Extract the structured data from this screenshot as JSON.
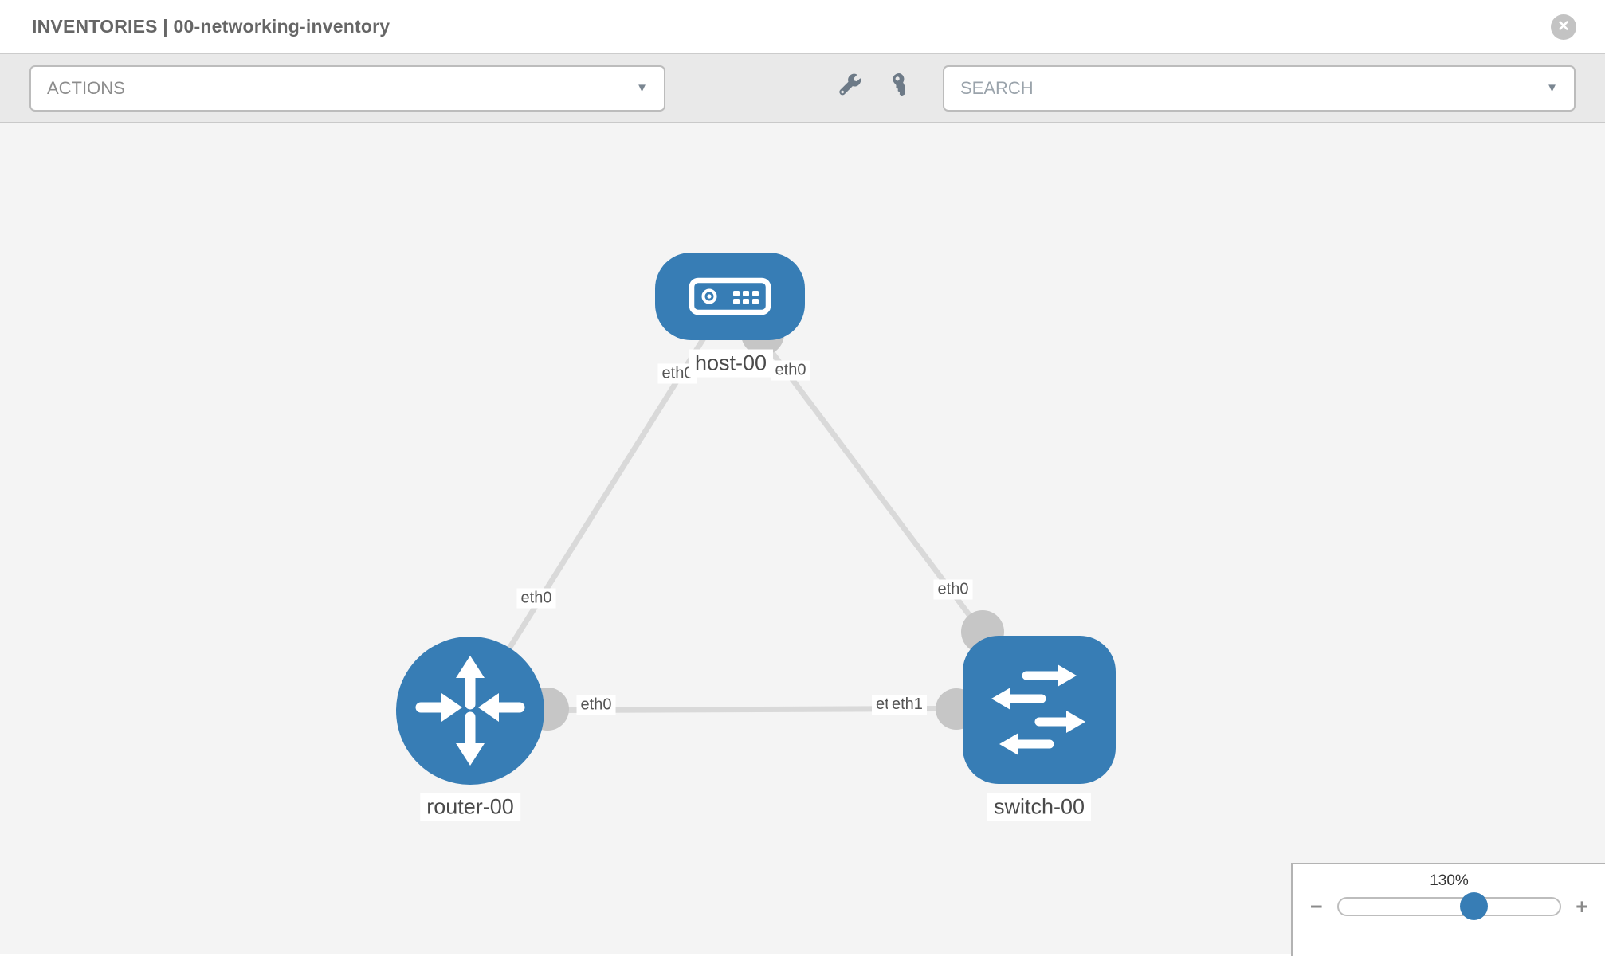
{
  "header": {
    "title": "INVENTORIES | 00-networking-inventory"
  },
  "toolbar": {
    "actions_label": "ACTIONS",
    "search_label": "SEARCH"
  },
  "icons": {
    "caret": "▼",
    "close": "✕",
    "minus": "−",
    "plus": "+"
  },
  "topology": {
    "nodes": [
      {
        "id": "host-00",
        "label": "host-00",
        "type": "host"
      },
      {
        "id": "router-00",
        "label": "router-00",
        "type": "router"
      },
      {
        "id": "switch-00",
        "label": "switch-00",
        "type": "switch"
      }
    ],
    "links": [
      {
        "from": "host-00",
        "to": "router-00",
        "from_interface": "eth0",
        "to_interface": "eth0"
      },
      {
        "from": "host-00",
        "to": "switch-00",
        "from_interface": "eth0",
        "to_interface": "eth0"
      },
      {
        "from": "router-00",
        "to": "switch-00",
        "from_interface": "eth0",
        "to_interface": "eth1",
        "to_interface_overlap": "eth0"
      }
    ]
  },
  "zoom": {
    "level_label": "130%"
  },
  "colors": {
    "node_blue": "#377db5",
    "link_gray": "#d9d9d9",
    "port_gray": "#c6c6c6",
    "canvas_bg": "#f4f4f4",
    "toolbar_bg": "#e9e9e9"
  }
}
